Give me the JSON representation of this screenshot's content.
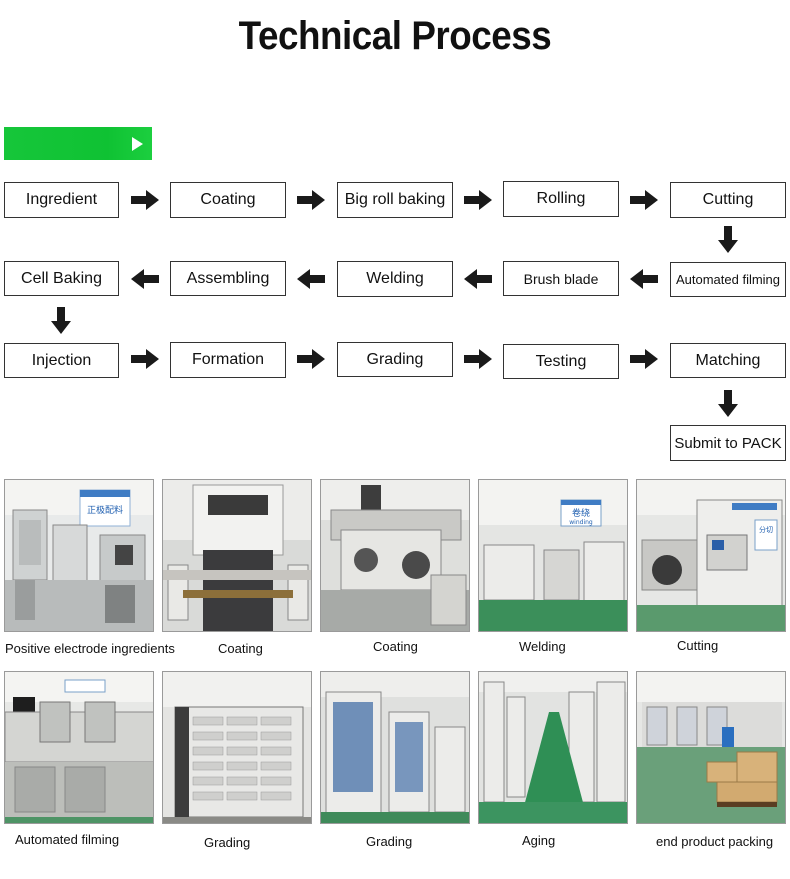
{
  "title": "Technical Process",
  "flow": {
    "row1": [
      "Ingredient",
      "Coating",
      "Big roll baking",
      "Rolling",
      "Cutting"
    ],
    "row2_right_to_left": [
      "Automated filming",
      "Brush blade",
      "Welding",
      "Assembling",
      "Cell Baking"
    ],
    "row3": [
      "Injection",
      "Formation",
      "Grading",
      "Testing",
      "Matching"
    ],
    "final": "Submit to PACK"
  },
  "photos": {
    "row1": [
      {
        "caption": "Positive electrode ingredients",
        "sign": "正极配料"
      },
      {
        "caption": "Coating"
      },
      {
        "caption": "Coating"
      },
      {
        "caption": "Welding",
        "sign": "卷绕",
        "sign_sub": "winding"
      },
      {
        "caption": "Cutting",
        "sign": "分切"
      }
    ],
    "row2": [
      {
        "caption": "Automated filming"
      },
      {
        "caption": "Grading"
      },
      {
        "caption": "Grading"
      },
      {
        "caption": "Aging"
      },
      {
        "caption": "end product packing"
      }
    ]
  },
  "colors": {
    "accent_green": "#16c63a",
    "arrow": "#1a1a1a",
    "box_border": "#333333"
  }
}
